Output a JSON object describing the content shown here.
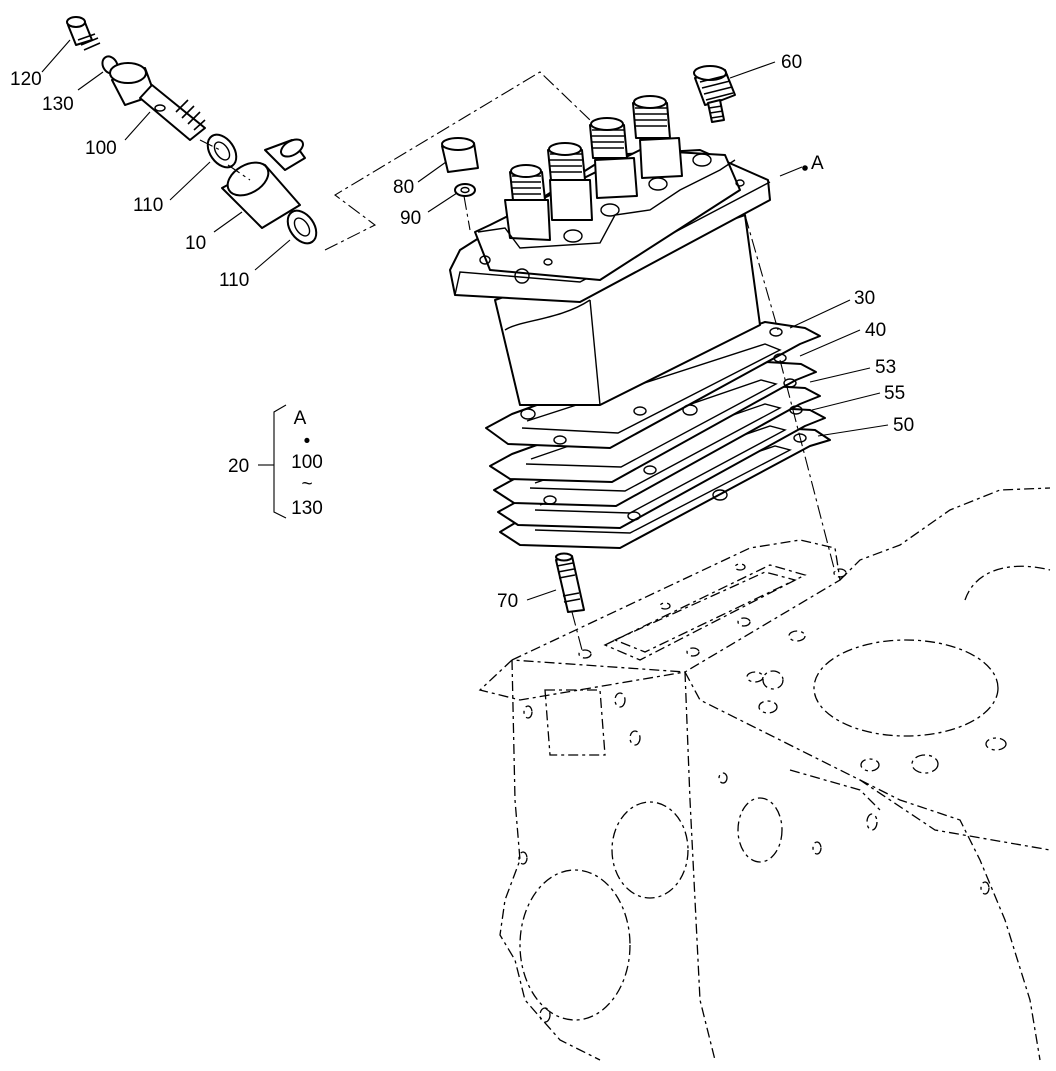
{
  "parts": {
    "p120": "120",
    "p130": "130",
    "p100": "100",
    "p110a": "110",
    "p10": "10",
    "p110b": "110",
    "p80": "80",
    "p90": "90",
    "p60": "60",
    "pA": "A",
    "p30": "30",
    "p40": "40",
    "p53": "53",
    "p55": "55",
    "p50": "50",
    "p70": "70"
  },
  "kit": {
    "number": "20",
    "line1": "A",
    "bullet": "•",
    "line2": "100",
    "tilde": "~",
    "line3": "130"
  }
}
